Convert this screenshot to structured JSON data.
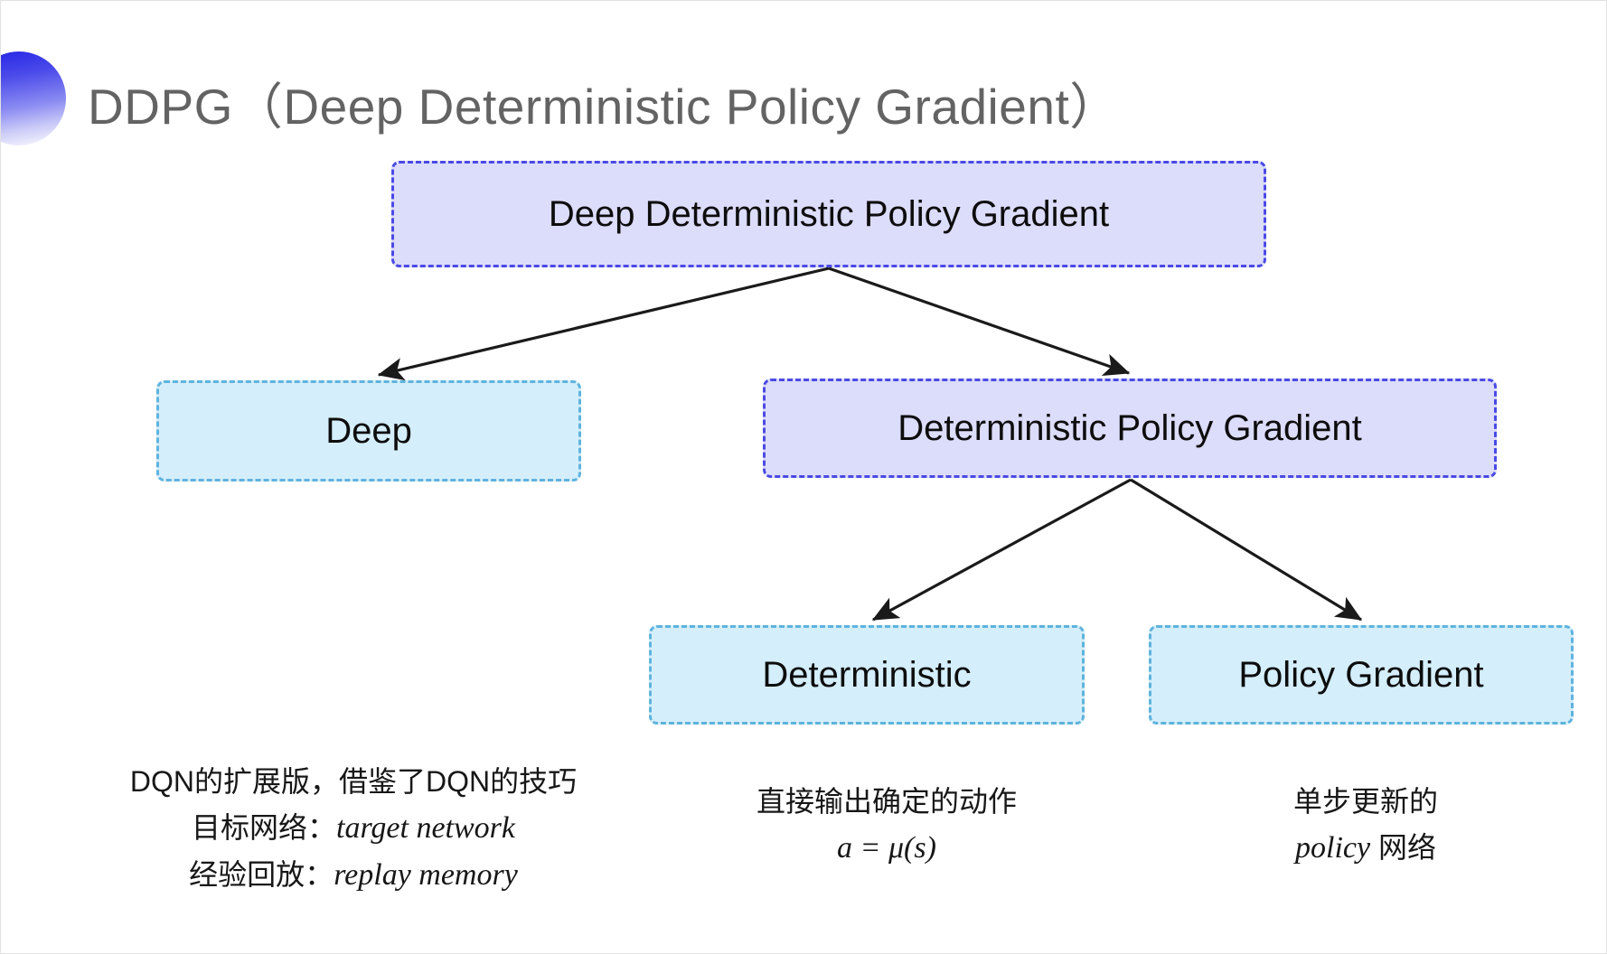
{
  "slide": {
    "title": "DDPG（Deep Deterministic Policy Gradient）",
    "background_color": "#ffffff"
  },
  "colors": {
    "title_text": "#636363",
    "accent_bullet_top": "#2323e6",
    "accent_bullet_bottom": "#ffffff",
    "purple_fill": "#dcdcfb",
    "purple_border": "#4a4ae4",
    "blue_fill": "#d4eefb",
    "blue_border": "#5fb3dd",
    "arrow": "#1a1a1a"
  },
  "diagram": {
    "nodes": [
      {
        "id": "root",
        "label": "Deep Deterministic Policy Gradient",
        "style": "purple"
      },
      {
        "id": "deep",
        "label": "Deep",
        "style": "blue"
      },
      {
        "id": "dpg",
        "label": "Deterministic Policy Gradient",
        "style": "purple"
      },
      {
        "id": "det",
        "label": "Deterministic",
        "style": "blue"
      },
      {
        "id": "pg",
        "label": "Policy Gradient",
        "style": "blue"
      }
    ],
    "edges": [
      {
        "from": "root",
        "to": "deep"
      },
      {
        "from": "root",
        "to": "dpg"
      },
      {
        "from": "dpg",
        "to": "det"
      },
      {
        "from": "dpg",
        "to": "pg"
      }
    ]
  },
  "annotations": {
    "left": {
      "line1": "DQN的扩展版，借鉴了DQN的技巧",
      "line2_label": "目标网络：",
      "line2_term": "target network",
      "line3_label": "经验回放：",
      "line3_term": "replay memory"
    },
    "middle": {
      "line1": "直接输出确定的动作",
      "formula": "a = μ(s)"
    },
    "right": {
      "line1": "单步更新的",
      "line2_term": "policy",
      "line2_suffix": " 网络"
    }
  }
}
